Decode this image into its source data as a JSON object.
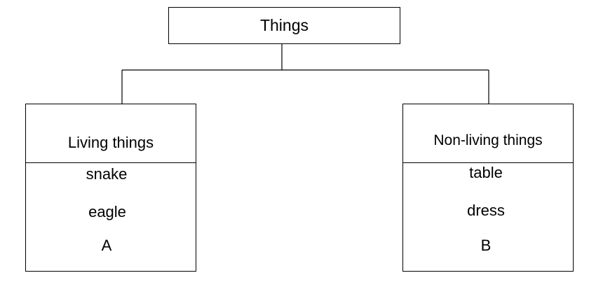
{
  "root": {
    "label": "Things"
  },
  "categories": [
    {
      "title": "Living things",
      "items": [
        "snake",
        "eagle",
        "A"
      ]
    },
    {
      "title": "Non-living things",
      "items": [
        "table",
        "dress",
        "B"
      ]
    }
  ]
}
